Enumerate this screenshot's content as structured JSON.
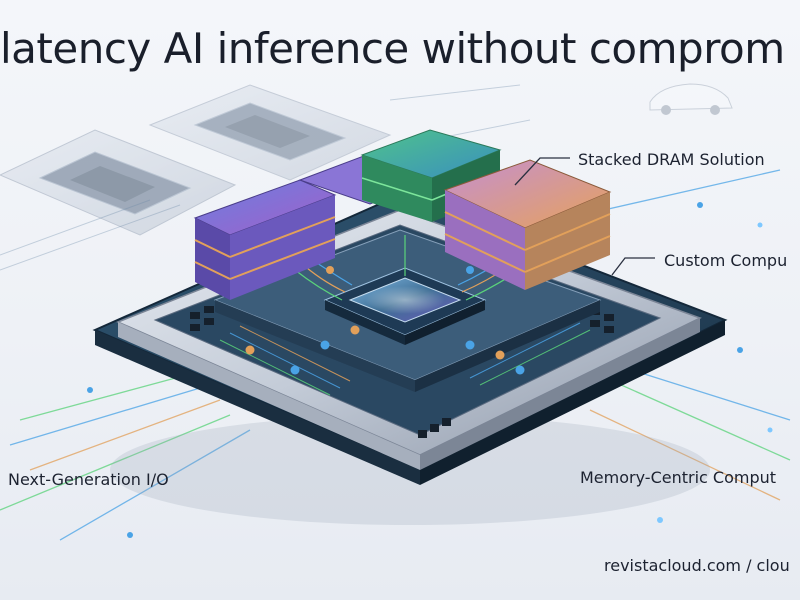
{
  "headline": "latency AI inference without comprom",
  "labels": {
    "stacked_dram": "Stacked DRAM Solution",
    "custom_compute": "Custom Compu",
    "next_gen_io": "Next-Generation I/O",
    "memory_centric": "Memory-Centric Comput"
  },
  "source": "revistacloud.com / clou",
  "colors": {
    "headline_text": "#1a1f2b",
    "package_frame": "#c9d0dc",
    "substrate": "#25425a",
    "die": "#3d6e92",
    "dram_purple": "#7c5fc8",
    "dram_green": "#4fbf7a",
    "dram_orange": "#e2a05a",
    "trace_green": "#5ad37a",
    "trace_blue": "#4aa3e6"
  }
}
